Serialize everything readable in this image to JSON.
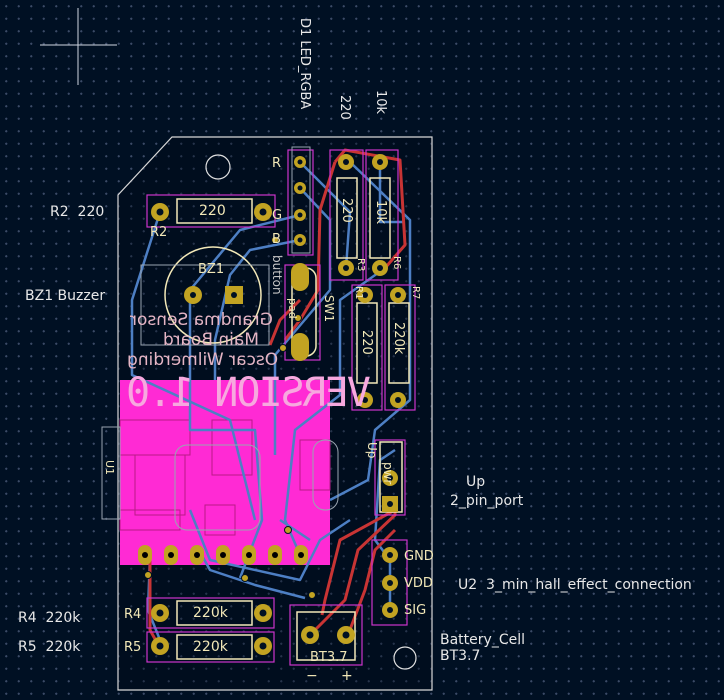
{
  "board": {
    "title_line1": "Grandma Sensor",
    "title_line2": "Main Board",
    "author": "Oscar Wilmerding",
    "version": "VERSION 1.0"
  },
  "footprints": {
    "d1": {
      "label": "D1 LED_RGBA",
      "pins": [
        "R",
        "G",
        "B"
      ]
    },
    "r3": {
      "value_top": "220",
      "ref": "R3",
      "body": "220"
    },
    "r6": {
      "value_top": "10k",
      "ref": "R6",
      "body": "10k"
    },
    "r2": {
      "outer": "R2  220",
      "ref": "R2",
      "body": "220"
    },
    "bz1": {
      "outer": "BZ1 Buzzer",
      "ref": "BZ1"
    },
    "sw1": {
      "value": "button",
      "ref": "SW1",
      "pad_label": "pad"
    },
    "r1": {
      "ref": "R1",
      "body": "220"
    },
    "r7": {
      "ref": "R7",
      "body": "220k"
    },
    "u1": {
      "ref": "U1"
    },
    "up": {
      "outer1": "Up",
      "outer2": "2_pin_port",
      "silk": "Up",
      "pin": "pwr"
    },
    "u2": {
      "outer": "U2  3_min_hall_effect_connection",
      "pins": [
        "GND",
        "VDD",
        "SIG"
      ]
    },
    "r4": {
      "outer": "R4  220k",
      "ref": "R4",
      "body": "220k"
    },
    "r5": {
      "outer": "R5  220k",
      "ref": "R5",
      "body": "220k"
    },
    "bt": {
      "outer1": "Battery_Cell",
      "outer2": "BT3.7",
      "silk": "BT3.7",
      "minus": "−",
      "plus": "+"
    }
  },
  "colors": {
    "background": "#001023",
    "outline": "#d0d0d0",
    "copper_front": "#c83434",
    "copper_back": "#4d7fc4",
    "pads": "#c2a322",
    "courtyard": "#cc33cc",
    "silkscreen": "#f2e8b8",
    "copper_fill": "#ff2ad4"
  },
  "icons": {
    "origin": "crosshair-icon",
    "mounting_holes": "mounting-hole-icon"
  }
}
